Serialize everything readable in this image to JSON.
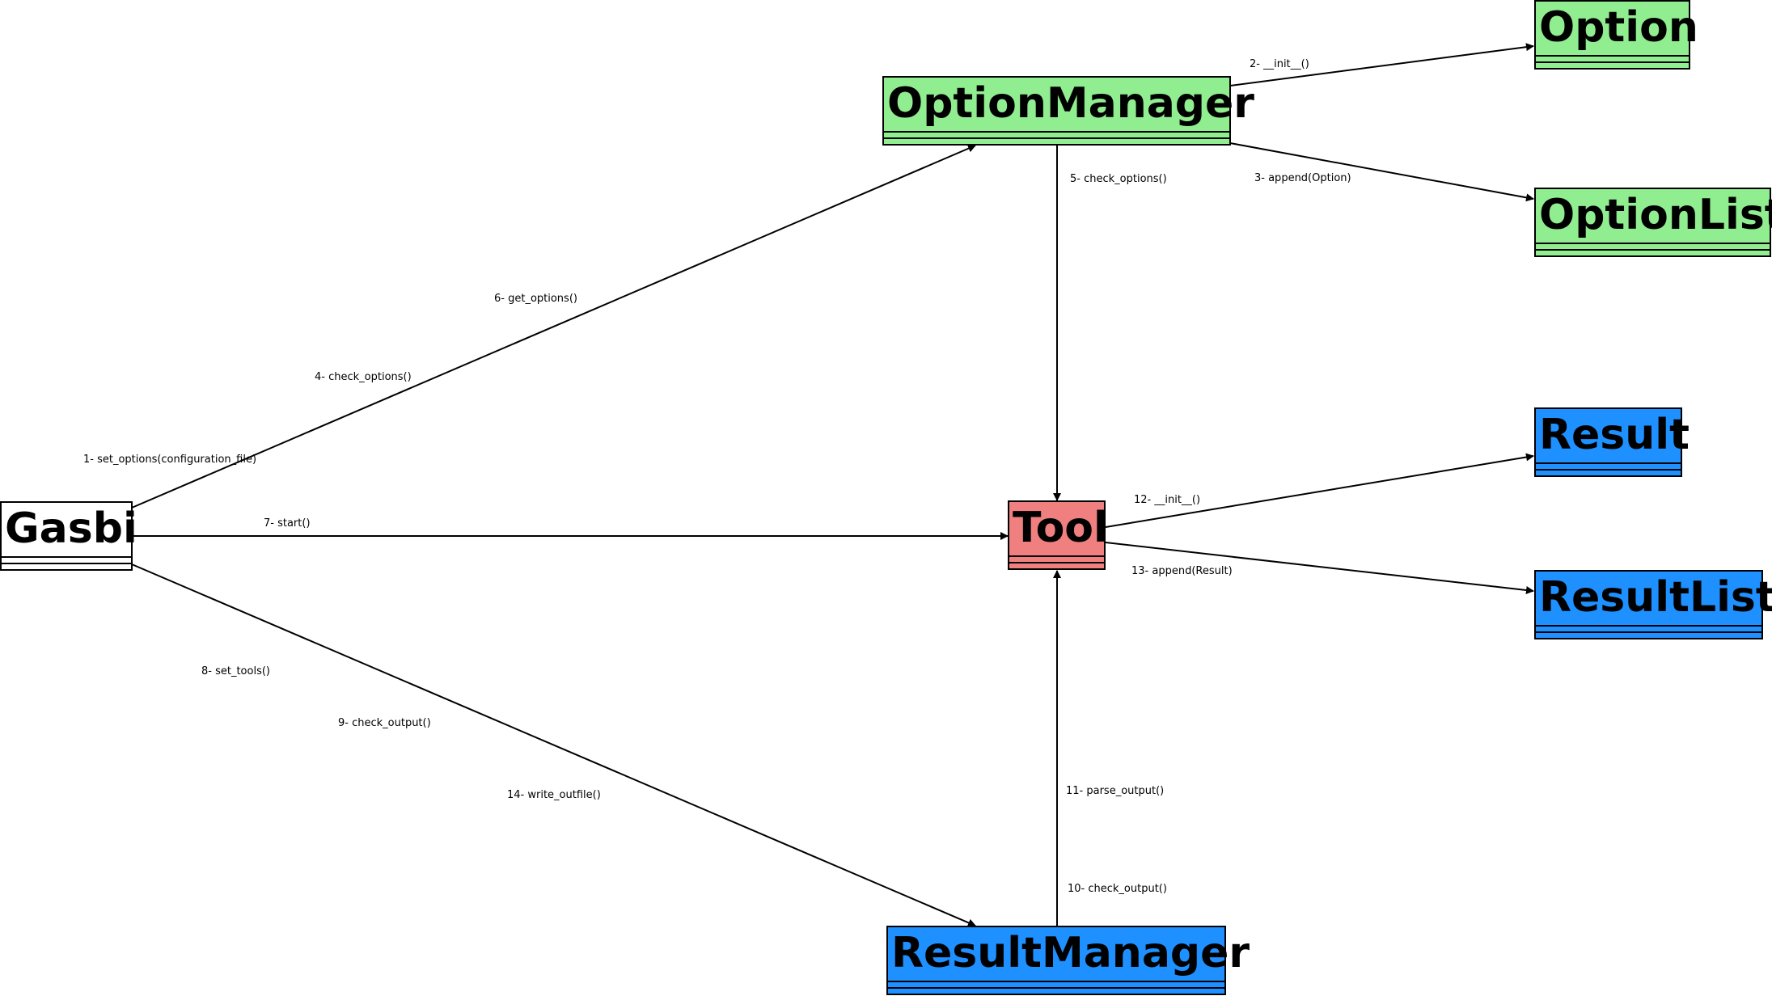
{
  "colors": {
    "white": "#ffffff",
    "green": "#90ee90",
    "red": "#f08080",
    "blue": "#1e90ff"
  },
  "nodes": [
    {
      "id": "gasbi",
      "label": "Gasbi",
      "color": "white"
    },
    {
      "id": "optionmanager",
      "label": "OptionManager",
      "color": "green"
    },
    {
      "id": "option",
      "label": "Option",
      "color": "green"
    },
    {
      "id": "optionlist",
      "label": "OptionList",
      "color": "green"
    },
    {
      "id": "tool",
      "label": "Tool",
      "color": "red"
    },
    {
      "id": "result",
      "label": "Result",
      "color": "blue"
    },
    {
      "id": "resultlist",
      "label": "ResultList",
      "color": "blue"
    },
    {
      "id": "resultmanager",
      "label": "ResultManager",
      "color": "blue"
    }
  ],
  "edges": [
    {
      "from": "gasbi",
      "to": "optionmanager",
      "label": "1- set_options(configuration_file)"
    },
    {
      "from": "optionmanager",
      "to": "option",
      "label": "2- __init__()"
    },
    {
      "from": "optionmanager",
      "to": "optionlist",
      "label": "3- append(Option)"
    },
    {
      "from": "gasbi",
      "to": "optionmanager",
      "label": "4- check_options()"
    },
    {
      "from": "optionmanager",
      "to": "tool",
      "label": "5- check_options()"
    },
    {
      "from": "gasbi",
      "to": "optionmanager",
      "label": "6- get_options()"
    },
    {
      "from": "gasbi",
      "to": "tool",
      "label": "7- start()"
    },
    {
      "from": "gasbi",
      "to": "resultmanager",
      "label": "8- set_tools()"
    },
    {
      "from": "gasbi",
      "to": "resultmanager",
      "label": "9- check_output()"
    },
    {
      "from": "resultmanager",
      "to": "tool",
      "label": "10- check_output()"
    },
    {
      "from": "resultmanager",
      "to": "tool",
      "label": "11- parse_output()"
    },
    {
      "from": "tool",
      "to": "result",
      "label": "12- __init__()"
    },
    {
      "from": "tool",
      "to": "resultlist",
      "label": "13- append(Result)"
    },
    {
      "from": "gasbi",
      "to": "resultmanager",
      "label": "14- write_outfile()"
    }
  ]
}
